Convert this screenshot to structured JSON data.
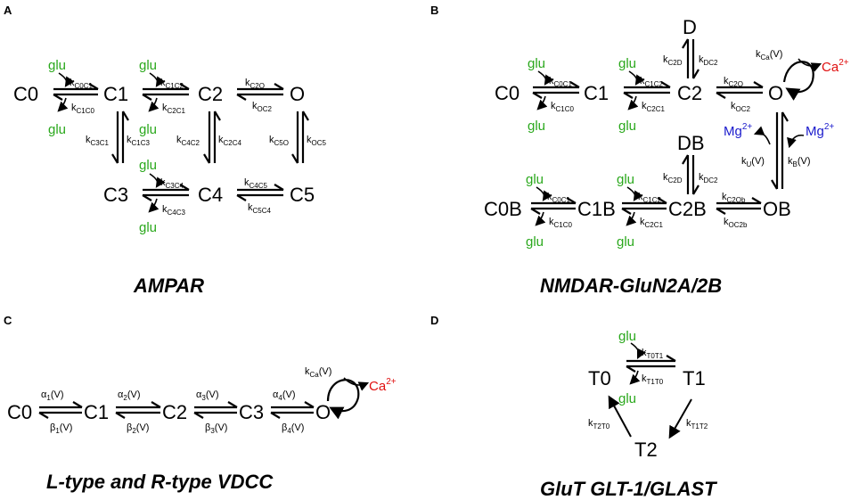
{
  "panels": {
    "A": {
      "label": "A",
      "title": "AMPAR",
      "states": {
        "C0": "C0",
        "C1": "C1",
        "C2": "C2",
        "O": "O",
        "C3": "C3",
        "C4": "C4",
        "C5": "C5"
      },
      "rates": {
        "k_C0C1": [
          "k",
          "C0C1"
        ],
        "k_C1C0": [
          "k",
          "C1C0"
        ],
        "k_C1C2": [
          "k",
          "C1C2"
        ],
        "k_C2C1": [
          "k",
          "C2C1"
        ],
        "k_C2O": [
          "k",
          "C2O"
        ],
        "k_OC2": [
          "k",
          "OC2"
        ],
        "k_C3C1": [
          "k",
          "C3C1"
        ],
        "k_C1C3": [
          "k",
          "C1C3"
        ],
        "k_C4C2": [
          "k",
          "C4C2"
        ],
        "k_C2C4": [
          "k",
          "C2C4"
        ],
        "k_C5O": [
          "k",
          "C5O"
        ],
        "k_OC5": [
          "k",
          "OC5"
        ],
        "k_C3C4": [
          "k",
          "C3C4"
        ],
        "k_C4C3": [
          "k",
          "C4C3"
        ],
        "k_C4C5": [
          "k",
          "C4C5"
        ],
        "k_C5C4": [
          "k",
          "C5C4"
        ]
      },
      "ligand": "glu"
    },
    "B": {
      "label": "B",
      "title": "NMDAR-GluN2A/2B",
      "states": {
        "D": "D",
        "C0": "C0",
        "C1": "C1",
        "C2": "C2",
        "O": "O",
        "DB": "DB",
        "C0B": "C0B",
        "C1B": "C1B",
        "C2B": "C2B",
        "OB": "OB"
      },
      "rates": {
        "k_C2D": [
          "k",
          "C2D"
        ],
        "k_DC2": [
          "k",
          "DC2"
        ],
        "k_Ca": [
          "k",
          "Ca"
        ],
        "v": "(V)",
        "k_C0C1": [
          "k",
          "C0C1"
        ],
        "k_C1C0": [
          "k",
          "C1C0"
        ],
        "k_C1C2": [
          "k",
          "C1C2"
        ],
        "k_C2C1": [
          "k",
          "C2C1"
        ],
        "k_C2O": [
          "k",
          "C2O"
        ],
        "k_OC2": [
          "k",
          "OC2"
        ],
        "k_U": [
          "k",
          "U"
        ],
        "k_B": [
          "k",
          "B"
        ],
        "k_C2Ob": [
          "k",
          "C2Ob"
        ],
        "k_OC2b": [
          "k",
          "OC2b"
        ]
      },
      "ligand": "glu",
      "ion_ca": [
        "Ca",
        "2+"
      ],
      "ion_mg": [
        "Mg",
        "2+"
      ]
    },
    "C": {
      "label": "C",
      "title": "L-type and R-type VDCC",
      "states": {
        "C0": "C0",
        "C1": "C1",
        "C2": "C2",
        "C3": "C3",
        "O": "O"
      },
      "alpha": [
        [
          "α",
          "1",
          "(V)"
        ],
        [
          "α",
          "2",
          "(V)"
        ],
        [
          "α",
          "3",
          "(V)"
        ],
        [
          "α",
          "4",
          "(V)"
        ]
      ],
      "beta": [
        [
          "β",
          "1",
          "(V)"
        ],
        [
          "β",
          "2",
          "(V)"
        ],
        [
          "β",
          "3",
          "(V)"
        ],
        [
          "β",
          "4",
          "(V)"
        ]
      ],
      "k_Ca": [
        "k",
        "Ca",
        "(V)"
      ],
      "ion_ca": [
        "Ca",
        "2+"
      ]
    },
    "D": {
      "label": "D",
      "title": "GluT GLT-1/GLAST",
      "states": {
        "T0": "T0",
        "T1": "T1",
        "T2": "T2"
      },
      "rates": {
        "k_T0T1": [
          "k",
          "T0T1"
        ],
        "k_T1T0": [
          "k",
          "T1T0"
        ],
        "k_T2T0": [
          "k",
          "T2T0"
        ],
        "k_T1T2": [
          "k",
          "T1T2"
        ]
      },
      "ligand": "glu"
    }
  },
  "colors": {
    "ligand": "#2aa81c",
    "calcium": "#e01010",
    "magnesium": "#1a1acc"
  }
}
